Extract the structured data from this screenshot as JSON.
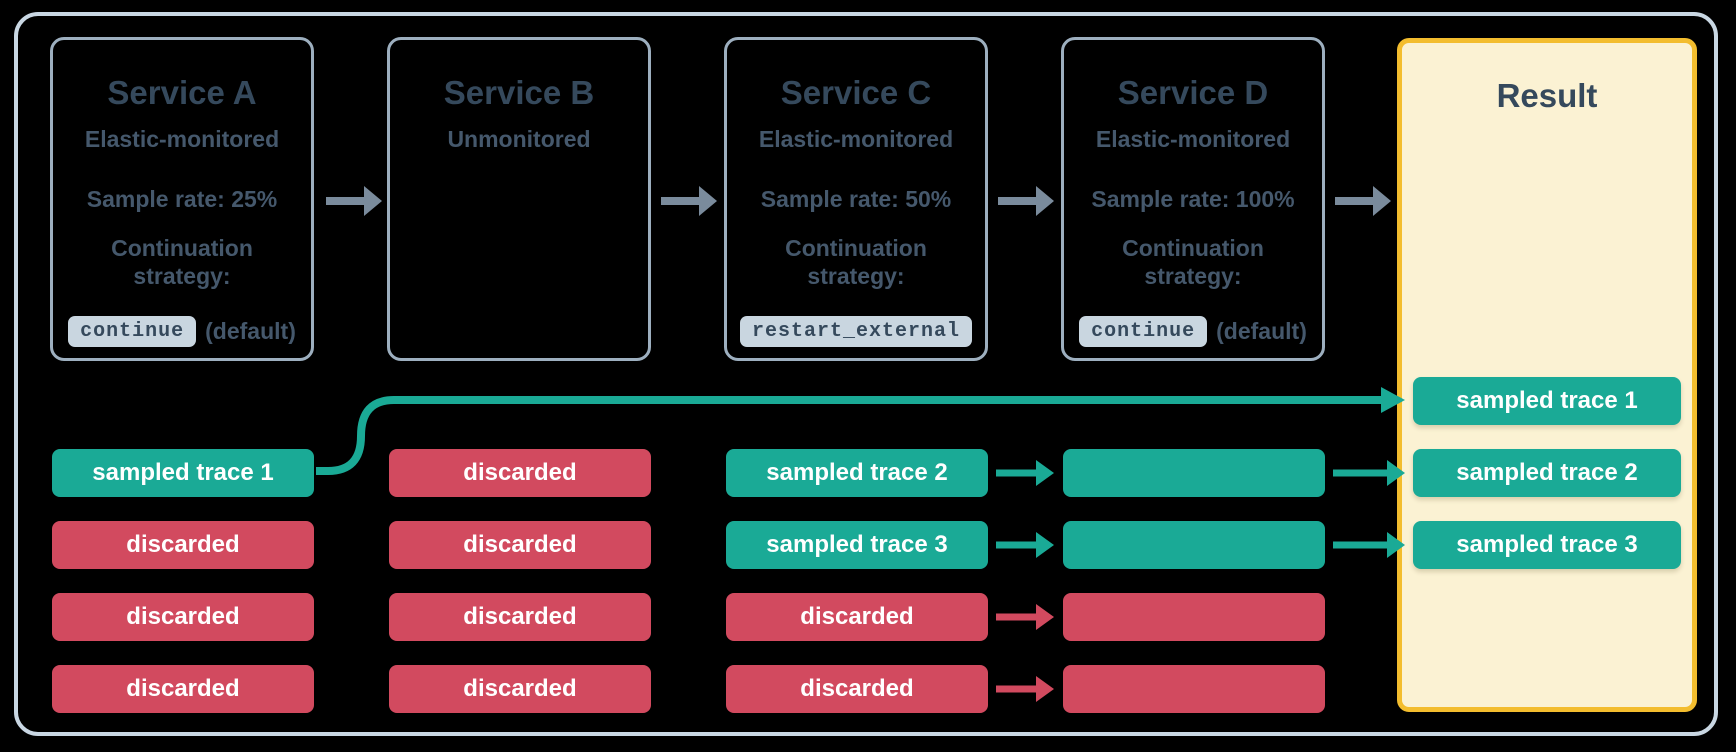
{
  "colors": {
    "background": "#000000",
    "frame_border": "#C9D7E3",
    "card_border": "#9DAFBF",
    "ink": "#35495C",
    "body": "#45586C",
    "code_bg": "#C9D6E0",
    "teal": "#1AAA96",
    "red": "#D24A5F",
    "result_bg": "#FBF2D3",
    "result_border": "#F3BD2E",
    "arrow_gray": "#7A8B9C",
    "pill_text": "#FFFFFF"
  },
  "services": [
    {
      "title": "Service A",
      "monitoring": "Elastic-monitored",
      "sample_rate": "Sample rate: 25%",
      "continuation_label": "Continuation strategy:",
      "strategy_code": "continue",
      "strategy_suffix": "(default)"
    },
    {
      "title": "Service B",
      "monitoring": "Unmonitored"
    },
    {
      "title": "Service C",
      "monitoring": "Elastic-monitored",
      "sample_rate": "Sample rate: 50%",
      "continuation_label": "Continuation strategy:",
      "strategy_code": "restart_external"
    },
    {
      "title": "Service D",
      "monitoring": "Elastic-monitored",
      "sample_rate": "Sample rate: 100%",
      "continuation_label": "Continuation strategy:",
      "strategy_code": "continue",
      "strategy_suffix": "(default)"
    }
  ],
  "columns": [
    {
      "service": "Service A",
      "pills": [
        {
          "label": "sampled trace 1",
          "status": "sampled"
        },
        {
          "label": "discarded",
          "status": "discarded"
        },
        {
          "label": "discarded",
          "status": "discarded"
        },
        {
          "label": "discarded",
          "status": "discarded"
        }
      ]
    },
    {
      "service": "Service B",
      "pills": [
        {
          "label": "discarded",
          "status": "discarded"
        },
        {
          "label": "discarded",
          "status": "discarded"
        },
        {
          "label": "discarded",
          "status": "discarded"
        },
        {
          "label": "discarded",
          "status": "discarded"
        }
      ]
    },
    {
      "service": "Service C",
      "pills": [
        {
          "label": "sampled trace 2",
          "status": "sampled"
        },
        {
          "label": "sampled trace 3",
          "status": "sampled"
        },
        {
          "label": "discarded",
          "status": "discarded"
        },
        {
          "label": "discarded",
          "status": "discarded"
        }
      ]
    },
    {
      "service": "Service D",
      "pills": [
        {
          "label": "",
          "status": "sampled"
        },
        {
          "label": "",
          "status": "sampled"
        },
        {
          "label": "",
          "status": "discarded"
        },
        {
          "label": "",
          "status": "discarded"
        }
      ]
    }
  ],
  "result": {
    "title": "Result",
    "pills": [
      {
        "label": "sampled trace 1",
        "status": "sampled"
      },
      {
        "label": "sampled trace 2",
        "status": "sampled"
      },
      {
        "label": "sampled trace 3",
        "status": "sampled"
      }
    ]
  }
}
